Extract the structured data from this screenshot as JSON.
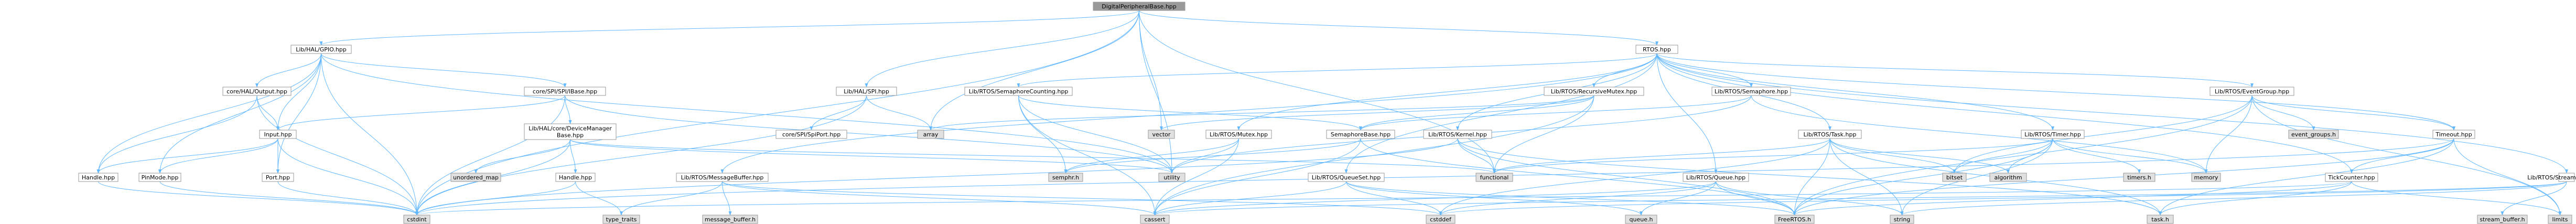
{
  "diagram": {
    "colors": {
      "root_fill": "#999999",
      "header_fill": "#ffffff",
      "system_fill": "#e0e0e0",
      "border": "#999999",
      "edge": "#63b8ff"
    },
    "nodes": [
      {
        "id": "root",
        "label": "DigitalPeripheralBase.hpp",
        "kind": "root"
      },
      {
        "id": "lib_hal_gpio",
        "label": "Lib/HAL/GPIO.hpp",
        "kind": "header"
      },
      {
        "id": "rtos",
        "label": "RTOS.hpp",
        "kind": "header"
      },
      {
        "id": "core_hal_output",
        "label": "core/HAL/Output.hpp",
        "kind": "header"
      },
      {
        "id": "core_hal_ibase",
        "label": "core/SPI/SPI/IBase.hpp",
        "kind": "header"
      },
      {
        "id": "input",
        "label": "Input.hpp",
        "kind": "header"
      },
      {
        "id": "lib_hal_core_dm",
        "label": "Lib/HAL/core/DeviceManager\nBase.hpp",
        "kind": "header"
      },
      {
        "id": "lib_hal_spi",
        "label": "Lib/HAL/SPI.hpp",
        "kind": "header"
      },
      {
        "id": "core_spi_port",
        "label": "core/SPI/SpiPort.hpp",
        "kind": "header"
      },
      {
        "id": "handle_top",
        "label": "Handle.hpp",
        "kind": "header"
      },
      {
        "id": "pinmode",
        "label": "PinMode.hpp",
        "kind": "header"
      },
      {
        "id": "port",
        "label": "Port.hpp",
        "kind": "header"
      },
      {
        "id": "handle_mid",
        "label": "Handle.hpp",
        "kind": "header"
      },
      {
        "id": "sem_counting",
        "label": "Lib/RTOS/SemaphoreCounting.hpp",
        "kind": "header"
      },
      {
        "id": "rtos_mutex",
        "label": "Lib/RTOS/Mutex.hpp",
        "kind": "header"
      },
      {
        "id": "rtos_msgbuf",
        "label": "Lib/RTOS/MessageBuffer.hpp",
        "kind": "header"
      },
      {
        "id": "rtos_kernel",
        "label": "Lib/RTOS/Kernel.hpp",
        "kind": "header"
      },
      {
        "id": "sem_base",
        "label": "SemaphoreBase.hpp",
        "kind": "header"
      },
      {
        "id": "rtos_queueset",
        "label": "Lib/RTOS/QueueSet.hpp",
        "kind": "header"
      },
      {
        "id": "rtos_recmutex",
        "label": "Lib/RTOS/RecursiveMutex.hpp",
        "kind": "header"
      },
      {
        "id": "rtos_semaphore",
        "label": "Lib/RTOS/Semaphore.hpp",
        "kind": "header"
      },
      {
        "id": "rtos_task",
        "label": "Lib/RTOS/Task.hpp",
        "kind": "header"
      },
      {
        "id": "rtos_queue",
        "label": "Lib/RTOS/Queue.hpp",
        "kind": "header"
      },
      {
        "id": "rtos_timer",
        "label": "Lib/RTOS/Timer.hpp",
        "kind": "header"
      },
      {
        "id": "rtos_eventgroup",
        "label": "Lib/RTOS/EventGroup.hpp",
        "kind": "header"
      },
      {
        "id": "timeout",
        "label": "Timeout.hpp",
        "kind": "header"
      },
      {
        "id": "tickcounter",
        "label": "TickCounter.hpp",
        "kind": "header"
      },
      {
        "id": "rtos_streambuf",
        "label": "Lib/RTOS/StreamBuffer.hpp",
        "kind": "header"
      },
      {
        "id": "array",
        "label": "array",
        "kind": "system"
      },
      {
        "id": "vector",
        "label": "vector",
        "kind": "system"
      },
      {
        "id": "unordered_map",
        "label": "unordered_map",
        "kind": "system"
      },
      {
        "id": "utility",
        "label": "utility",
        "kind": "system"
      },
      {
        "id": "semphr_h",
        "label": "semphr.h",
        "kind": "system"
      },
      {
        "id": "functional",
        "label": "functional",
        "kind": "system"
      },
      {
        "id": "cstdint",
        "label": "cstdint",
        "kind": "system"
      },
      {
        "id": "type_traits",
        "label": "type_traits",
        "kind": "system"
      },
      {
        "id": "message_buffer_h",
        "label": "message_buffer.h",
        "kind": "system"
      },
      {
        "id": "cassert",
        "label": "cassert",
        "kind": "system"
      },
      {
        "id": "cstddef",
        "label": "cstddef",
        "kind": "system"
      },
      {
        "id": "queue_h",
        "label": "queue.h",
        "kind": "system"
      },
      {
        "id": "freertos_h",
        "label": "FreeRTOS.h",
        "kind": "system"
      },
      {
        "id": "string",
        "label": "string",
        "kind": "system"
      },
      {
        "id": "bitset",
        "label": "bitset",
        "kind": "system"
      },
      {
        "id": "algorithm",
        "label": "algorithm",
        "kind": "system"
      },
      {
        "id": "timers_h",
        "label": "timers.h",
        "kind": "system"
      },
      {
        "id": "task_h",
        "label": "task.h",
        "kind": "system"
      },
      {
        "id": "memory",
        "label": "memory",
        "kind": "system"
      },
      {
        "id": "event_groups_h",
        "label": "event_groups.h",
        "kind": "system"
      },
      {
        "id": "stream_buffer_h",
        "label": "stream_buffer.h",
        "kind": "system"
      },
      {
        "id": "limits",
        "label": "limits",
        "kind": "system"
      }
    ],
    "edges": [
      [
        "root",
        "lib_hal_gpio"
      ],
      [
        "root",
        "rtos"
      ],
      [
        "root",
        "array"
      ],
      [
        "root",
        "vector"
      ],
      [
        "root",
        "functional"
      ],
      [
        "root",
        "cstdint"
      ],
      [
        "root",
        "lib_hal_spi"
      ],
      [
        "root",
        "utility"
      ],
      [
        "lib_hal_gpio",
        "core_hal_output"
      ],
      [
        "lib_hal_gpio",
        "core_hal_ibase"
      ],
      [
        "lib_hal_gpio",
        "input"
      ],
      [
        "lib_hal_gpio",
        "handle_top"
      ],
      [
        "lib_hal_gpio",
        "pinmode"
      ],
      [
        "lib_hal_gpio",
        "port"
      ],
      [
        "lib_hal_gpio",
        "cstdint"
      ],
      [
        "lib_hal_gpio",
        "utility"
      ],
      [
        "core_hal_output",
        "input"
      ],
      [
        "core_hal_output",
        "cstdint"
      ],
      [
        "core_hal_output",
        "handle_top"
      ],
      [
        "core_hal_ibase",
        "lib_hal_core_dm"
      ],
      [
        "core_hal_ibase",
        "cstdint"
      ],
      [
        "core_hal_ibase",
        "utility"
      ],
      [
        "core_hal_ibase",
        "input"
      ],
      [
        "input",
        "handle_top"
      ],
      [
        "input",
        "pinmode"
      ],
      [
        "input",
        "port"
      ],
      [
        "input",
        "cstdint"
      ],
      [
        "lib_hal_core_dm",
        "unordered_map"
      ],
      [
        "lib_hal_core_dm",
        "handle_mid"
      ],
      [
        "lib_hal_core_dm",
        "utility"
      ],
      [
        "lib_hal_core_dm",
        "functional"
      ],
      [
        "lib_hal_core_dm",
        "cstdint"
      ],
      [
        "handle_top",
        "cstdint"
      ],
      [
        "pinmode",
        "cstdint"
      ],
      [
        "port",
        "cstdint"
      ],
      [
        "handle_mid",
        "cstdint"
      ],
      [
        "handle_mid",
        "type_traits"
      ],
      [
        "lib_hal_spi",
        "core_spi_port"
      ],
      [
        "lib_hal_spi",
        "array"
      ],
      [
        "lib_hal_spi",
        "cstdint"
      ],
      [
        "rtos",
        "sem_counting"
      ],
      [
        "rtos",
        "rtos_recmutex"
      ],
      [
        "rtos",
        "rtos_semaphore"
      ],
      [
        "rtos",
        "rtos_eventgroup"
      ],
      [
        "rtos",
        "rtos_kernel"
      ],
      [
        "rtos",
        "rtos_mutex"
      ],
      [
        "rtos",
        "rtos_msgbuf"
      ],
      [
        "rtos",
        "rtos_queue"
      ],
      [
        "rtos",
        "rtos_queueset"
      ],
      [
        "rtos",
        "rtos_task"
      ],
      [
        "rtos",
        "rtos_timer"
      ],
      [
        "rtos",
        "timeout"
      ],
      [
        "rtos",
        "tickcounter"
      ],
      [
        "rtos",
        "rtos_streambuf"
      ],
      [
        "sem_counting",
        "sem_base"
      ],
      [
        "sem_counting",
        "semphr_h"
      ],
      [
        "sem_counting",
        "utility"
      ],
      [
        "sem_counting",
        "cassert"
      ],
      [
        "rtos_recmutex",
        "sem_base"
      ],
      [
        "rtos_recmutex",
        "vector"
      ],
      [
        "rtos_recmutex",
        "array"
      ],
      [
        "rtos_recmutex",
        "functional"
      ],
      [
        "rtos_recmutex",
        "cassert"
      ],
      [
        "rtos_semaphore",
        "sem_base"
      ],
      [
        "rtos_semaphore",
        "utility"
      ],
      [
        "rtos_semaphore",
        "memory"
      ],
      [
        "rtos_mutex",
        "semphr_h"
      ],
      [
        "rtos_mutex",
        "utility"
      ],
      [
        "rtos_mutex",
        "cassert"
      ],
      [
        "rtos_msgbuf",
        "message_buffer_h"
      ],
      [
        "rtos_msgbuf",
        "cstddef"
      ],
      [
        "rtos_msgbuf",
        "cassert"
      ],
      [
        "rtos_msgbuf",
        "type_traits"
      ],
      [
        "rtos_kernel",
        "freertos_h"
      ],
      [
        "rtos_kernel",
        "task_h"
      ],
      [
        "rtos_kernel",
        "cstdint"
      ],
      [
        "rtos_kernel",
        "functional"
      ],
      [
        "sem_base",
        "semphr_h"
      ],
      [
        "sem_base",
        "freertos_h"
      ],
      [
        "sem_base",
        "cassert"
      ],
      [
        "rtos_queueset",
        "queue_h"
      ],
      [
        "rtos_queueset",
        "freertos_h"
      ],
      [
        "rtos_queueset",
        "cstddef"
      ],
      [
        "rtos_queueset",
        "cassert"
      ],
      [
        "rtos_task",
        "task_h"
      ],
      [
        "rtos_task",
        "freertos_h"
      ],
      [
        "rtos_task",
        "string"
      ],
      [
        "rtos_task",
        "bitset"
      ],
      [
        "rtos_task",
        "algorithm"
      ],
      [
        "rtos_task",
        "functional"
      ],
      [
        "rtos_task",
        "cstddef"
      ],
      [
        "rtos_queue",
        "queue_h"
      ],
      [
        "rtos_queue",
        "freertos_h"
      ],
      [
        "rtos_queue",
        "string"
      ],
      [
        "rtos_queue",
        "cstddef"
      ],
      [
        "rtos_queue",
        "cassert"
      ],
      [
        "rtos_timer",
        "timers_h"
      ],
      [
        "rtos_timer",
        "freertos_h"
      ],
      [
        "rtos_timer",
        "bitset"
      ],
      [
        "rtos_timer",
        "algorithm"
      ],
      [
        "rtos_timer",
        "memory"
      ],
      [
        "rtos_timer",
        "functional"
      ],
      [
        "rtos_timer",
        "string"
      ],
      [
        "rtos_eventgroup",
        "event_groups_h"
      ],
      [
        "rtos_eventgroup",
        "freertos_h"
      ],
      [
        "rtos_eventgroup",
        "bitset"
      ],
      [
        "rtos_eventgroup",
        "timeout"
      ],
      [
        "rtos_eventgroup",
        "memory"
      ],
      [
        "rtos_eventgroup",
        "limits"
      ],
      [
        "timeout",
        "tickcounter"
      ],
      [
        "timeout",
        "freertos_h"
      ],
      [
        "timeout",
        "task_h"
      ],
      [
        "timeout",
        "limits"
      ],
      [
        "timeout",
        "cstdint"
      ],
      [
        "tickcounter",
        "freertos_h"
      ],
      [
        "tickcounter",
        "task_h"
      ],
      [
        "tickcounter",
        "cstdint"
      ],
      [
        "tickcounter",
        "limits"
      ],
      [
        "rtos_streambuf",
        "stream_buffer_h"
      ],
      [
        "rtos_streambuf",
        "cstddef"
      ],
      [
        "rtos_streambuf",
        "cassert"
      ],
      [
        "rtos_streambuf",
        "string"
      ]
    ]
  }
}
